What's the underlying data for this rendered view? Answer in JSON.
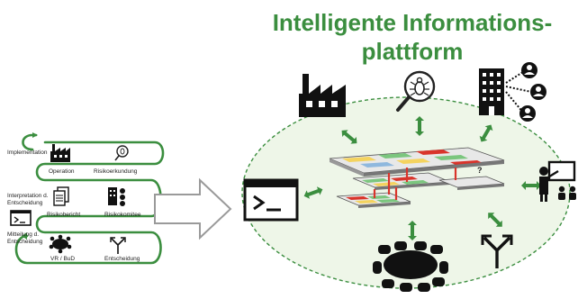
{
  "title": {
    "line1": "Intelligente Informations-",
    "line2": "plattform",
    "color": "#3b8e3f"
  },
  "left_process": {
    "stage_labels": {
      "implementation": "Implementation",
      "interpretation_1": "Interpretation d.",
      "interpretation_2": "Entscheidung",
      "mitteilung_1": "Mitteilung d.",
      "mitteilung_2": "Entscheidung"
    },
    "item_labels": {
      "operation": "Operation",
      "risikoerkundung": "Risikoerkundung",
      "risikobericht": "Risikobericht",
      "risikokomitee": "Risikokomitee",
      "vr_bud": "VR / BuD",
      "entscheidung": "Entscheidung"
    }
  },
  "platform": {
    "question_mark": "?"
  },
  "icons": [
    "factory-icon",
    "bug-search-icon",
    "office-building-icon",
    "users-network-icon",
    "terminal-icon",
    "presenter-icon",
    "meeting-table-icon",
    "fork-arrow-icon",
    "document-stack-icon"
  ],
  "colors": {
    "accent_green": "#3b8e3f",
    "connector_red": "#d9342b",
    "arrow_gray": "#9a9a9a",
    "ellipse_fill": "#eef6e8"
  }
}
